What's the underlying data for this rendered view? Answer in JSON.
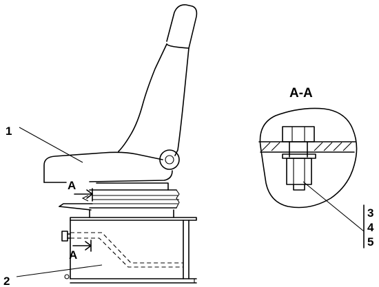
{
  "callouts": {
    "seat": "1",
    "base": "2",
    "bolt": "3",
    "washer": "4",
    "nut": "5"
  },
  "section": {
    "title": "A-A",
    "marker_top": "A",
    "marker_bottom": "A"
  },
  "colors": {
    "ink": "#000000",
    "paper": "#ffffff"
  }
}
